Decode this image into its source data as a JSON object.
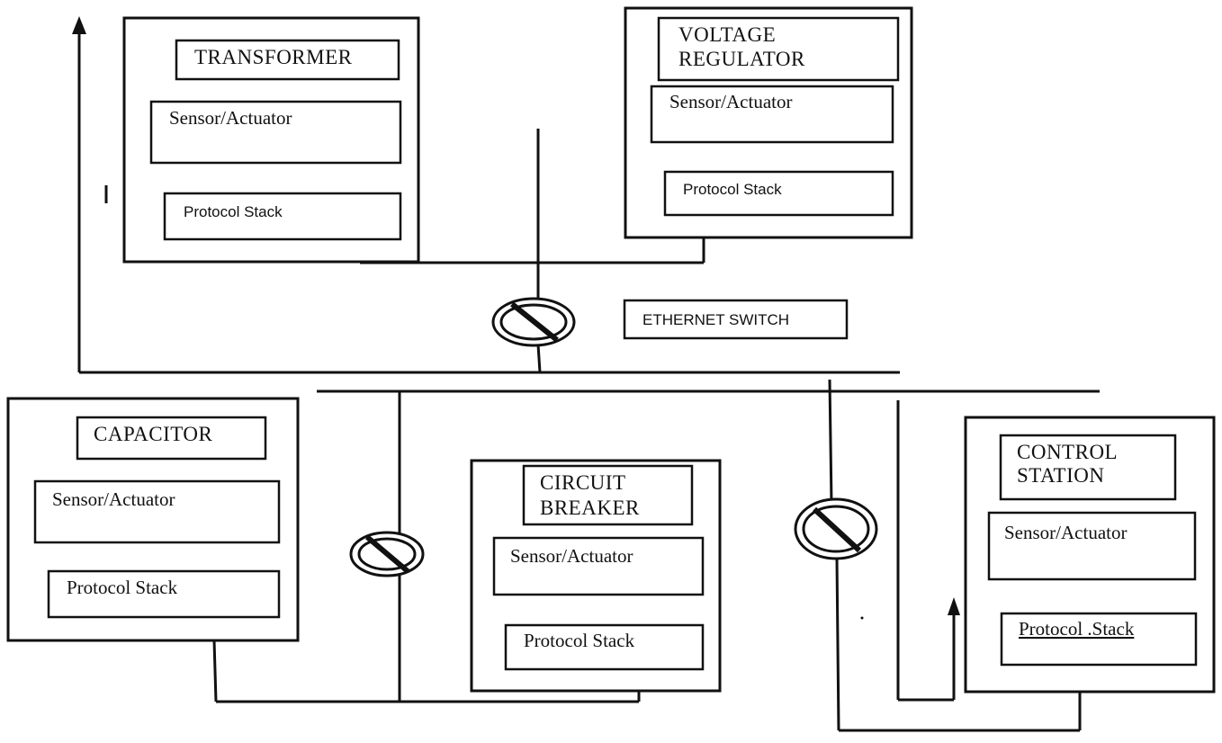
{
  "transformer": {
    "title": "TRANSFORMER",
    "sensor": "Sensor/Actuator",
    "protocol": "Protocol Stack"
  },
  "voltage_regulator": {
    "title_line1": "VOLTAGE",
    "title_line2": "REGULATOR",
    "sensor": "Sensor/Actuator",
    "protocol": "Protocol Stack"
  },
  "ethernet_switch_label": "ETHERNET SWITCH",
  "capacitor": {
    "title": "CAPACITOR",
    "sensor": "Sensor/Actuator",
    "protocol": "Protocol Stack"
  },
  "circuit_breaker": {
    "title_line1": "CIRCUIT",
    "title_line2": "BREAKER",
    "sensor": "Sensor/Actuator",
    "protocol": "Protocol Stack"
  },
  "control_station": {
    "title_line1": "CONTROL",
    "title_line2": "STATION",
    "sensor": "Sensor/Actuator",
    "protocol": "Protocol .Stack"
  }
}
